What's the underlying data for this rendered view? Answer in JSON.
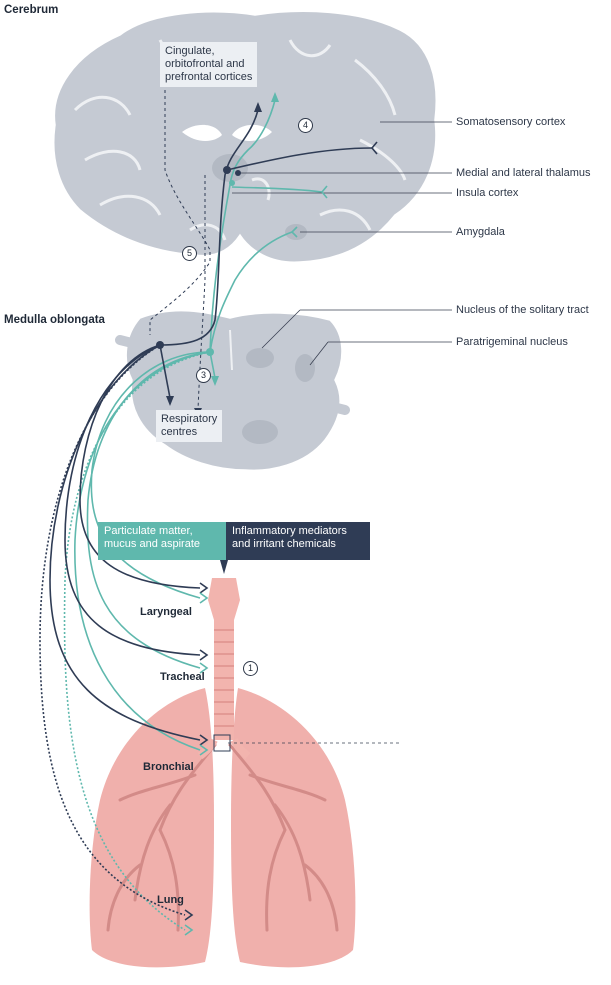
{
  "regions": {
    "cerebrum": "Cerebrum",
    "medulla": "Medulla oblongata"
  },
  "boxes": {
    "cortices": "Cingulate,\norbitofrontal and\nprefrontal cortices",
    "respiratory": "Respiratory\ncentres"
  },
  "right_labels": {
    "somatosensory": "Somatosensory cortex",
    "thalamus": "Medial and lateral thalamus",
    "insula": "Insula cortex",
    "amygdala": "Amygdala",
    "nts": "Nucleus of the solitary tract",
    "paratrigeminal": "Paratrigeminal nucleus"
  },
  "stimuli": {
    "particulate": "Particulate matter,\nmucus and aspirate",
    "inflammatory": "Inflammatory mediators\nand irritant chemicals"
  },
  "airway_labels": {
    "laryngeal": "Laryngeal",
    "tracheal": "Tracheal",
    "bronchial": "Bronchial",
    "lung": "Lung"
  },
  "markers": {
    "m1": "1",
    "m3": "3",
    "m4": "4",
    "m5": "5"
  },
  "colors": {
    "dark_pathway": "#2f3c55",
    "teal_pathway": "#5fb8ad",
    "brain_fill": "#c5cad3",
    "lung_fill": "#f0b0ac",
    "trachea_fill": "#f2b4ae"
  }
}
